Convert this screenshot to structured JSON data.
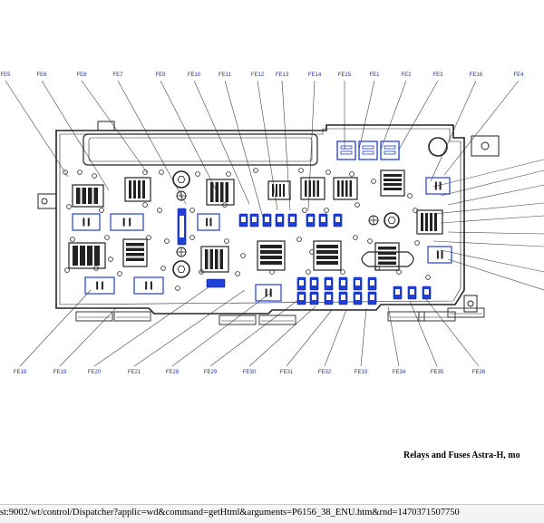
{
  "caption": "Relays and Fuses Astra-H, mo",
  "status_url": "st:9002/wt/control/Dispatcher?applic=wd&command=getHtml&arguments=P6156_38_ENU.htm&rnd=1470371507750",
  "labels_top": [
    "FE5",
    "FE6",
    "FE8",
    "FE7",
    "FE9",
    "FE10",
    "FE11",
    "FE12",
    "FE13",
    "FE14",
    "FE15",
    "FE1",
    "FE2",
    "FE3",
    "FE16",
    "FE4"
  ],
  "labels_bottom": [
    "FE18",
    "FE19",
    "FE20",
    "FE21",
    "FE28",
    "FE29",
    "FE30",
    "FE31",
    "FE32",
    "FE33",
    "FE34",
    "FE35",
    "FE36"
  ],
  "colors": {
    "outline": "#222222",
    "fuse": "#1f3fd6",
    "label": "#1a2fbf"
  }
}
